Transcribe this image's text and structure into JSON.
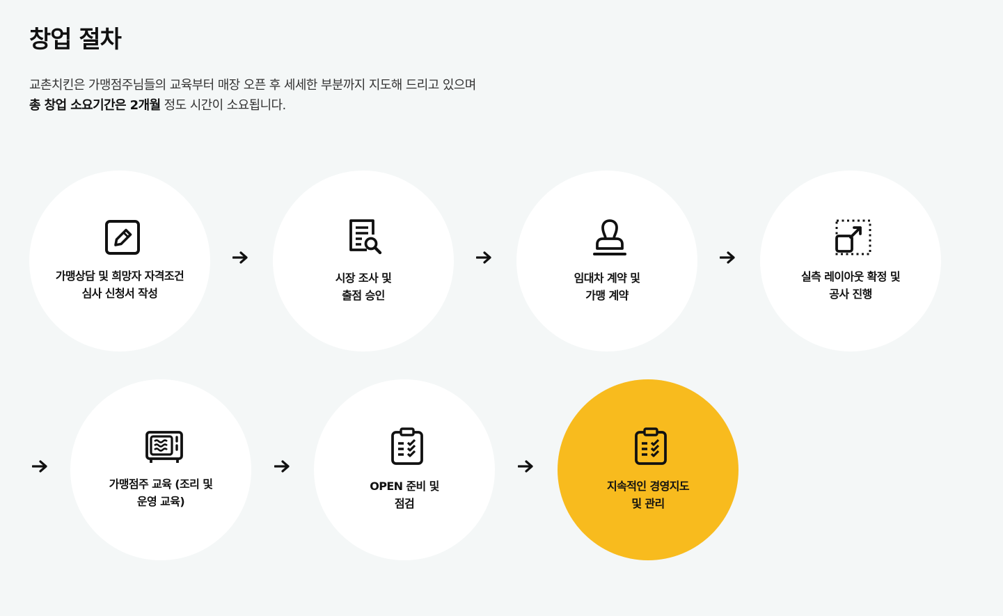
{
  "header": {
    "title": "창업 절차",
    "desc_line1": "교촌치킨은 가맹점주님들의 교육부터 매장 오픈 후 세세한 부분까지 지도해 드리고 있으며",
    "desc_line2_bold": "총 창업 소요기간은 2개월",
    "desc_line2_rest": " 정도 시간이 소요됩니다."
  },
  "steps": [
    {
      "line1": "가맹상담 및 희망자 자격조건",
      "line2": "심사 신청서 작성",
      "icon": "edit-icon"
    },
    {
      "line1": "시장 조사 및",
      "line2": "출점 승인",
      "icon": "document-search-icon"
    },
    {
      "line1": "임대차 계약 및",
      "line2": "가맹 계약",
      "icon": "stamp-icon"
    },
    {
      "line1": "실측 레이아웃 확정 및",
      "line2": "공사 진행",
      "icon": "resize-icon"
    },
    {
      "line1": "가맹점주 교육 (조리 및",
      "line2": "운영 교육)",
      "icon": "oven-icon"
    },
    {
      "line1": "OPEN 준비 및",
      "line2": "점검",
      "icon": "clipboard-check-icon"
    },
    {
      "line1": "지속적인 경영지도",
      "line2": "및 관리",
      "icon": "clipboard-check-icon"
    }
  ],
  "colors": {
    "background": "#f4f7f7",
    "circle": "#ffffff",
    "active_circle": "#f8bb1e",
    "text": "#111111"
  }
}
